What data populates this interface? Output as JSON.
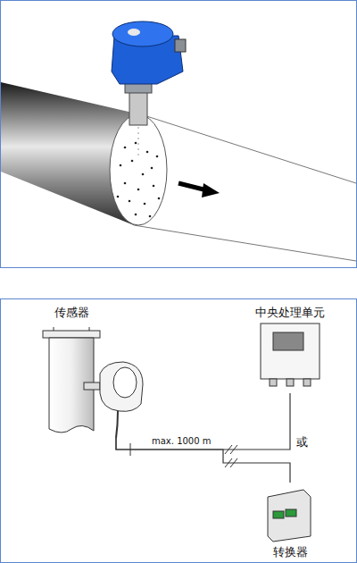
{
  "diagram": {
    "nodes": [
      {
        "text": [
          "传感器"
        ]
      },
      {
        "text": [
          "中央处理单元"
        ]
      },
      {
        "text": [
          "转换器"
        ]
      }
    ],
    "edges": [
      {
        "from": 0,
        "to": 1,
        "arrow": "none",
        "label": "max. 1000 m"
      },
      {
        "from": 0,
        "to": 2,
        "arrow": "none"
      }
    ],
    "labels": [
      "或"
    ]
  }
}
